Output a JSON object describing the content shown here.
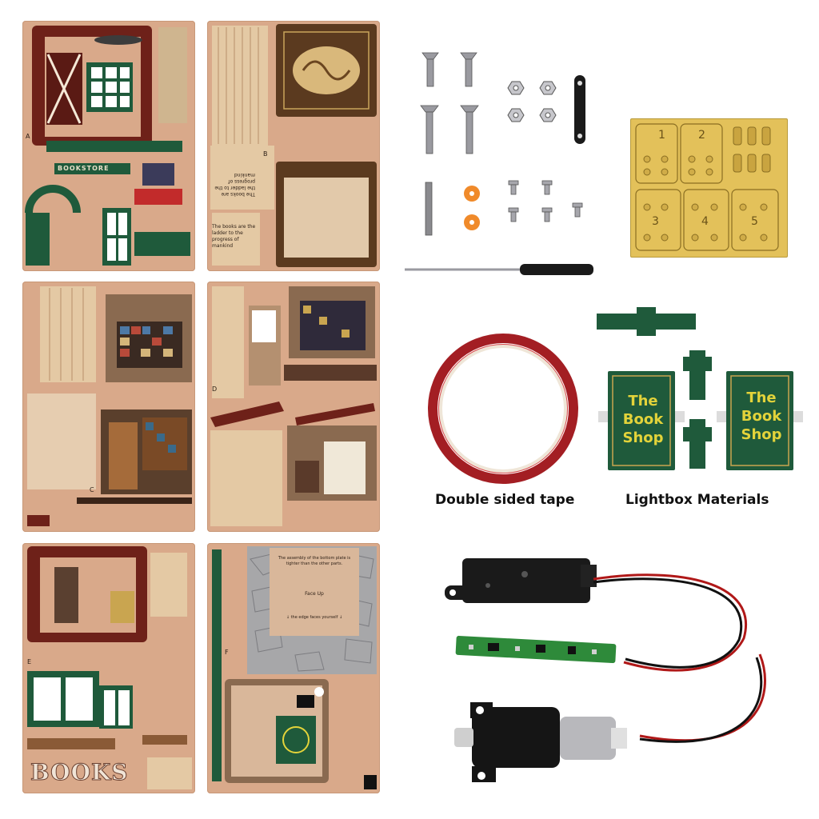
{
  "sheets": {
    "a": {
      "letter": "A",
      "sign": "BOOKSTORE"
    },
    "b": {
      "letter": "B",
      "quote_top": "The books are the ladder to the progress of mankind",
      "quote_bottom": "The books are the ladder to the progress of mankind"
    },
    "c": {
      "letter": "C"
    },
    "d": {
      "letter": "D"
    },
    "e": {
      "letter": "E",
      "books_sign": "BOOKS"
    },
    "f": {
      "letter": "F",
      "note_1": "The assembly of the bottom plate is tighter than the other parts.",
      "note_2": "Face Up",
      "note_3": "↓ the edge faces yourself ↓"
    }
  },
  "tape": {
    "caption": "Double sided tape"
  },
  "lightbox": {
    "caption": "Lightbox Materials",
    "panel_left_text": "The Book Shop",
    "panel_right_text": "The Book Shop"
  },
  "tray": {
    "numbers": [
      "1",
      "2",
      "3",
      "4",
      "5"
    ]
  },
  "colors": {
    "wood": "#d9a98a",
    "burgundy": "#6e2119",
    "green": "#1f5a3b",
    "gold": "#e3d33a",
    "tape_red": "#a31e23"
  }
}
